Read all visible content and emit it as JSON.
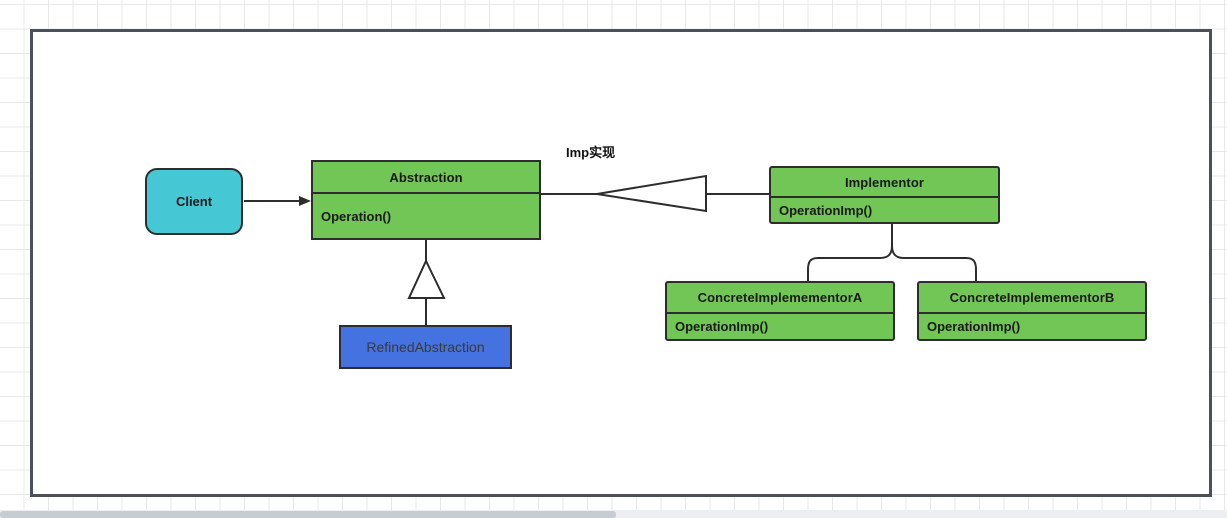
{
  "diagram": {
    "type": "uml-class-diagram",
    "pattern": "Bridge",
    "canvas": {
      "background": "#ffffff",
      "grid_color": "#e8e8e8",
      "border_color": "#4c5159"
    },
    "colors": {
      "class_green": "#71c655",
      "client_turquoise": "#45c8d4",
      "refined_blue": "#4472e0",
      "stroke": "#2d2d2d",
      "text": "#1a1a1a"
    },
    "nodes": {
      "client": {
        "name": "Client",
        "shape": "rounded-rectangle",
        "fill": "#45c8d4"
      },
      "abstraction": {
        "name": "Abstraction",
        "shape": "uml-class",
        "fill": "#71c655",
        "operations": "Operation()"
      },
      "refined_abstraction": {
        "name": "RefinedAbstraction",
        "shape": "rectangle",
        "fill": "#4472e0"
      },
      "implementor": {
        "name": "Implementor",
        "shape": "uml-class",
        "fill": "#71c655",
        "operations": "OperationImp()"
      },
      "concrete_implementor_a": {
        "name": "ConcreteImplemementorA",
        "shape": "uml-class",
        "fill": "#71c655",
        "operations": "OperationImp()"
      },
      "concrete_implementor_b": {
        "name": "ConcreteImplemementorB",
        "shape": "uml-class",
        "fill": "#71c655",
        "operations": "OperationImp()"
      }
    },
    "edges": [
      {
        "id": "client-to-abstraction",
        "from": "Client",
        "to": "Abstraction",
        "kind": "association",
        "arrow": "filled-arrow",
        "label": ""
      },
      {
        "id": "abstraction-to-implementor",
        "from": "Implementor",
        "to": "Abstraction",
        "kind": "aggregation",
        "arrow": "hollow-triangle-left",
        "label": "Imp实现"
      },
      {
        "id": "refined-to-abstraction",
        "from": "RefinedAbstraction",
        "to": "Abstraction",
        "kind": "generalization",
        "arrow": "hollow-triangle-up",
        "label": ""
      },
      {
        "id": "concretes-to-implementor",
        "from": "ConcreteImplemementorA, ConcreteImplemementorB",
        "to": "Implementor",
        "kind": "generalization-brace",
        "arrow": "curly-brace",
        "label": ""
      }
    ]
  }
}
